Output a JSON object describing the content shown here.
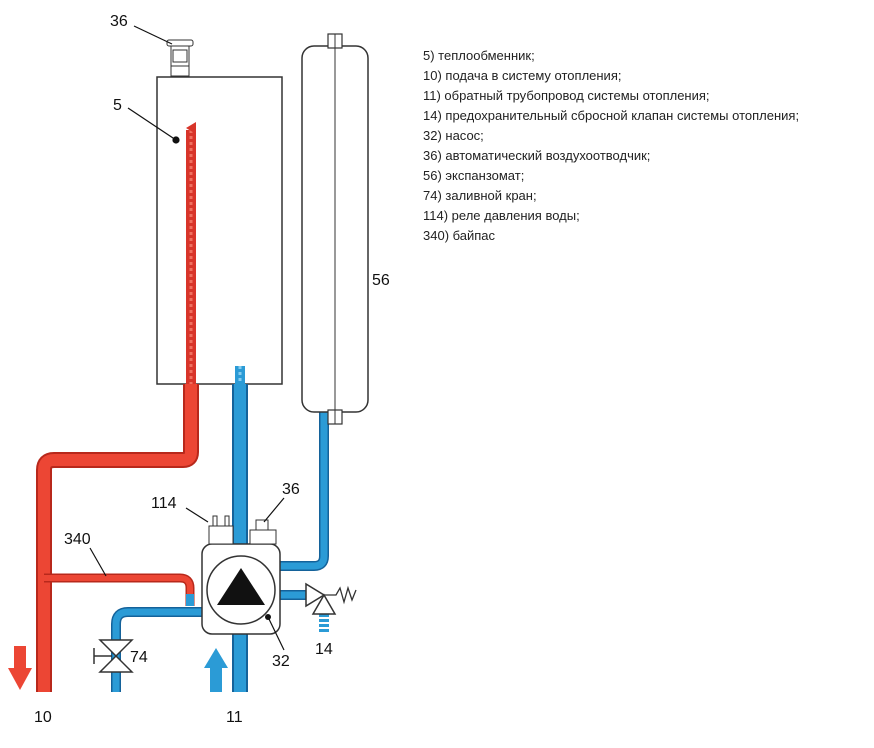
{
  "diagram": {
    "colors": {
      "supply": "#e8402f",
      "supply_dark": "#a81e12",
      "return": "#2b9bd6",
      "return_dark": "#14629a",
      "outline": "#333333"
    },
    "callouts": {
      "air_vent_top": "36",
      "heat_exchanger": "5",
      "expansion_tank": "56",
      "pressure_relay": "114",
      "air_vent_pump": "36",
      "bypass": "340",
      "fill_valve": "74",
      "pump": "32",
      "safety_valve": "14",
      "supply_outlet": "10",
      "return_inlet": "11"
    },
    "legend": [
      "5) теплообменник;",
      "10) подача в систему отопления;",
      "11) обратный трубопровод системы отопления;",
      "14) предохранительный сбросной клапан системы отопления;",
      "32) насос;",
      "36) автоматический воздухоотводчик;",
      "56) экспанзомат;",
      "74) заливной кран;",
      "114) реле давления воды;",
      "340) байпас"
    ]
  }
}
